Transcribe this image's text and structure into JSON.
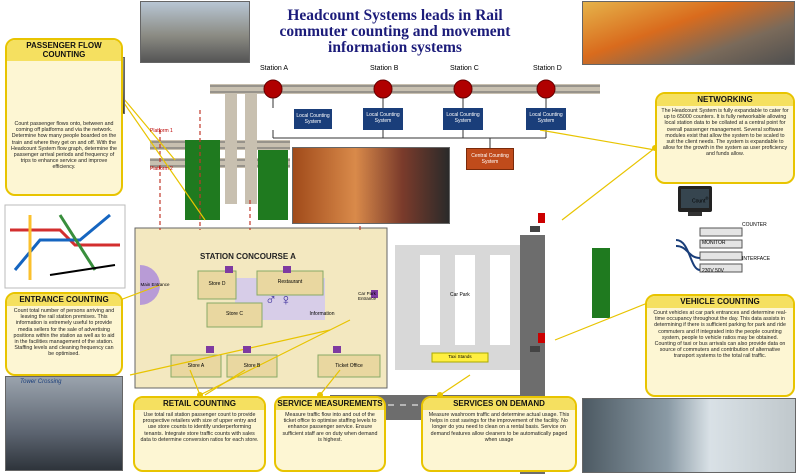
{
  "title": "Headcount Systems leads in Rail commuter counting and movement information systems",
  "stations": [
    "Station A",
    "Station B",
    "Station C",
    "Station D"
  ],
  "counting_systems": [
    "Local Counting System",
    "Local Counting System",
    "Local Counting System",
    "Local Counting System"
  ],
  "central_system": "Central Counting System",
  "platforms": [
    "Platform 1",
    "Platform 2"
  ],
  "concourse": {
    "title": "STATION CONCOURSE A",
    "main_entrance": "Main Entrance",
    "store_d": "Store D",
    "restaurant": "Restaurant",
    "store_c": "Store C",
    "information": "Information",
    "store_a": "Store A",
    "store_b": "Store B",
    "ticket_office": "Ticket Office",
    "car_park_entrance": "Car Park Entrance"
  },
  "car_park": {
    "label": "Car Park",
    "taxi_rank": "Taxi Stands"
  },
  "network_legend": {
    "counter": "COUNTER",
    "monitor": "MONITOR",
    "interface": "INTERFACE",
    "sensor": "230V 50V"
  },
  "boxes": {
    "passenger_flow": {
      "heading": "PASSENGER FLOW COUNTING",
      "text": "Count passenger flows onto, between and coming off platforms and via the network. Determine how many people boarded on the train and where they get on and off. With the Headcount System flow graph, determine the passenger arrival periods and frequency of trips to enhance service and improve efficiency."
    },
    "networking": {
      "heading": "NETWORKING",
      "text": "The Headcount System is fully expandable to cater for up to 65000 counters. It is fully networkable allowing local station data to be collated at a central point for overall passenger management. Several software modules exist that allow the system to be scaled to suit the client needs. The system is expandable to allow for the growth in the system as user proficiency and funds allow."
    },
    "entrance": {
      "heading": "ENTRANCE COUNTING",
      "text": "Count total number of persons arriving and leaving the rail station premises. This information is extremely useful to provide media sellers for the sale of advertising positions within the station as well as to aid in the facilities management of the station. Staffing levels and cleaning frequency can be optimised."
    },
    "vehicle": {
      "heading": "VEHICLE COUNTING",
      "text": "Count vehicles at car park entrances and determine real-time occupancy throughout the day. This data assists in determining if there is sufficient parking for park and ride commuters and if integrated into the people counting system, people to vehicle ratios may be obtained. Counting of taxi or bus arrivals can also provide data on source of commuters and contribution of alternative transport systems to the total rail traffic."
    },
    "retail": {
      "heading": "RETAIL COUNTING",
      "text": "Use total rail station passenger count to provide prospective retailers with size of upper entry and use store counts to identify underperforming tenants. Integrate store traffic counts with sales data to determine conversion ratios for each store."
    },
    "service": {
      "heading": "SERVICE MEASUREMENTS",
      "text": "Measure traffic flow into and out of the ticket office to optimise staffing levels to enhance passenger service. Ensure sufficient staff are on duty when demand is highest."
    },
    "on_demand": {
      "heading": "SERVICES ON DEMAND",
      "text": "Measure washroom traffic and determine actual usage. This helps in cost savings for the improvement of the facility. No longer do you need to clean on a rental basis. Service on demand features allow cleaners to be automatically paged when usage"
    }
  },
  "metro_caption": "Tower Crossing",
  "colors": {
    "box_fill": "#fdf6d3",
    "box_border": "#e8c400",
    "title": "#1c1c7a",
    "station_node": "#b00000",
    "arrow": "#c0392b"
  }
}
